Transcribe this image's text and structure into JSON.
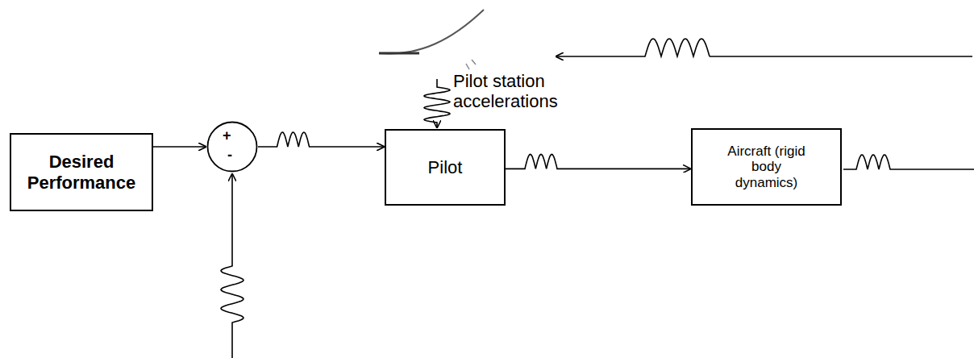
{
  "diagram": {
    "nodes": [
      {
        "text": [
          "Desired Performance"
        ]
      },
      {
        "text": [
          "+",
          "-"
        ]
      },
      {
        "text": [
          "Pilot"
        ]
      },
      {
        "text": [
          "Aircraft (rigid body dynamics)"
        ]
      }
    ],
    "edges": [
      {
        "from": 0,
        "to": 1,
        "arrow": "to"
      },
      {
        "from": 1,
        "to": 2,
        "arrow": "to"
      },
      {
        "from": 2,
        "to": 3,
        "arrow": "to"
      }
    ],
    "labels": [
      "Pilot station accelerations"
    ]
  }
}
